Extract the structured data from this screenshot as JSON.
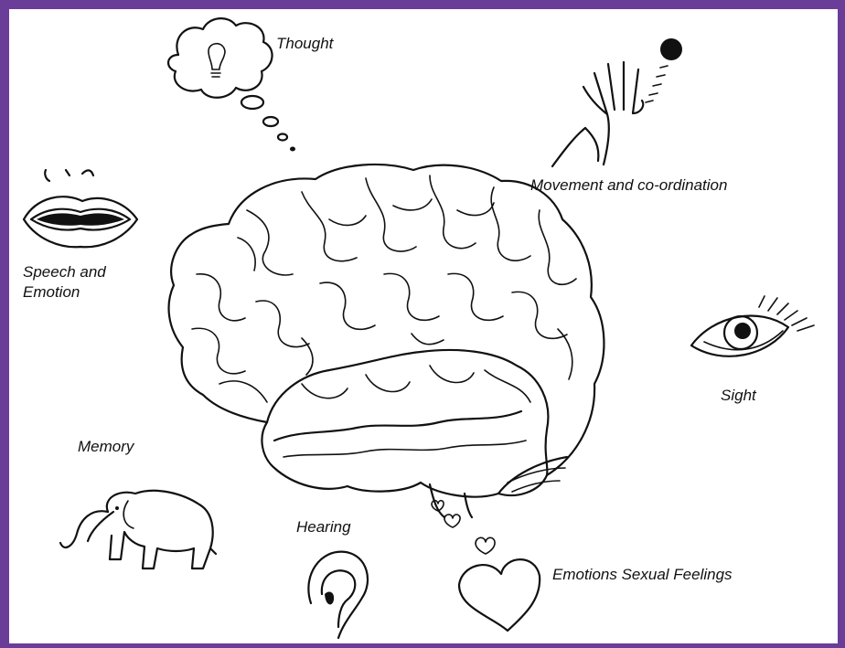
{
  "labels": {
    "thought": "Thought",
    "movement": "Movement and co-ordination",
    "speech": "Speech and",
    "speech_line2": "Emotion",
    "sight": "Sight",
    "memory": "Memory",
    "hearing": "Hearing",
    "emotions": "Emotions Sexual Feelings"
  },
  "colors": {
    "frame": "#6a3d99",
    "ink": "#111111",
    "background": "#ffffff"
  },
  "icons": [
    "thought-cloud-icon",
    "hand-ball-icon",
    "mouth-icon",
    "eye-icon",
    "elephant-icon",
    "ear-icon",
    "heart-icon",
    "brain-icon"
  ]
}
